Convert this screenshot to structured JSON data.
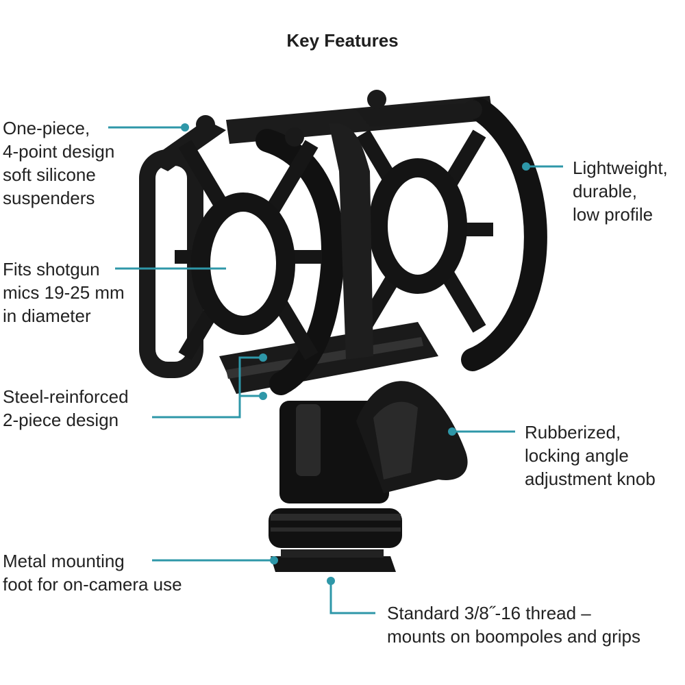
{
  "title": "Key Features",
  "accent_color": "#2e97a8",
  "product_color": "#151515",
  "product_description": "Black shock mount with silicone suspenders, angle knob and cold-shoe foot",
  "features": [
    {
      "id": "suspenders",
      "lines": [
        "One-piece,",
        "4-point design",
        "soft silicone",
        "suspenders"
      ]
    },
    {
      "id": "fits",
      "lines": [
        "Fits shotgun",
        "mics 19-25 mm",
        "in diameter"
      ]
    },
    {
      "id": "steel",
      "lines": [
        "Steel-reinforced",
        "2-piece design"
      ]
    },
    {
      "id": "foot",
      "lines": [
        "Metal mounting",
        "foot for on-camera use"
      ]
    },
    {
      "id": "lightweight",
      "lines": [
        "Lightweight,",
        "durable,",
        "low profile"
      ]
    },
    {
      "id": "knob",
      "lines": [
        "Rubberized,",
        "locking angle",
        "adjustment knob"
      ]
    },
    {
      "id": "thread",
      "lines": [
        "Standard 3/8˝-16 thread –",
        "mounts on boompoles and grips"
      ]
    }
  ]
}
